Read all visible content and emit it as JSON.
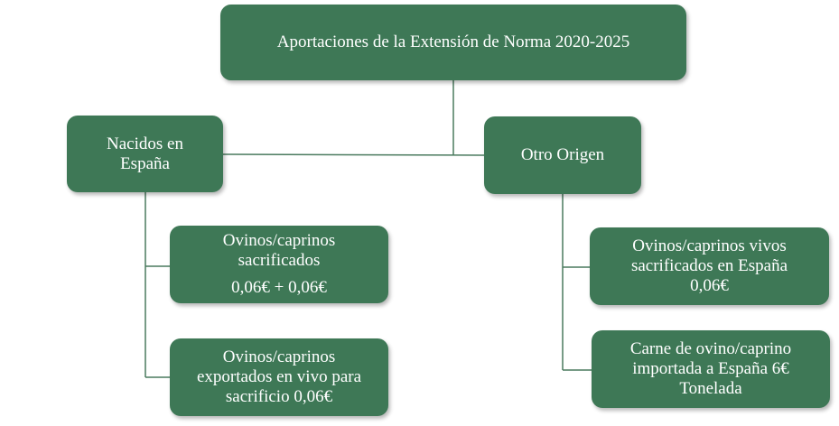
{
  "diagram": {
    "root": {
      "label": "Aportaciones  de la Extensión  de Norma 2020-2025"
    },
    "left_branch": {
      "title_lines": [
        "Nacidos en",
        "España"
      ],
      "children": [
        {
          "lines": [
            "Ovinos/caprinos",
            "sacrificados"
          ],
          "value": "0,06€ + 0,06€"
        },
        {
          "lines": [
            "Ovinos/caprinos",
            "exportados  en vivo  para",
            "sacrificio 0,06€"
          ]
        }
      ]
    },
    "right_branch": {
      "title": "Otro Origen",
      "children": [
        {
          "lines": [
            "Ovinos/caprinos   vivos",
            "sacrificados en España",
            "0,06€"
          ]
        },
        {
          "lines": [
            "Carne de ovino/caprino",
            "importada a España 6€",
            "Tonelada"
          ]
        }
      ]
    },
    "colors": {
      "box_fill": "#3e7856",
      "box_text": "#ffffff",
      "connector": "#4a7a5e"
    }
  }
}
